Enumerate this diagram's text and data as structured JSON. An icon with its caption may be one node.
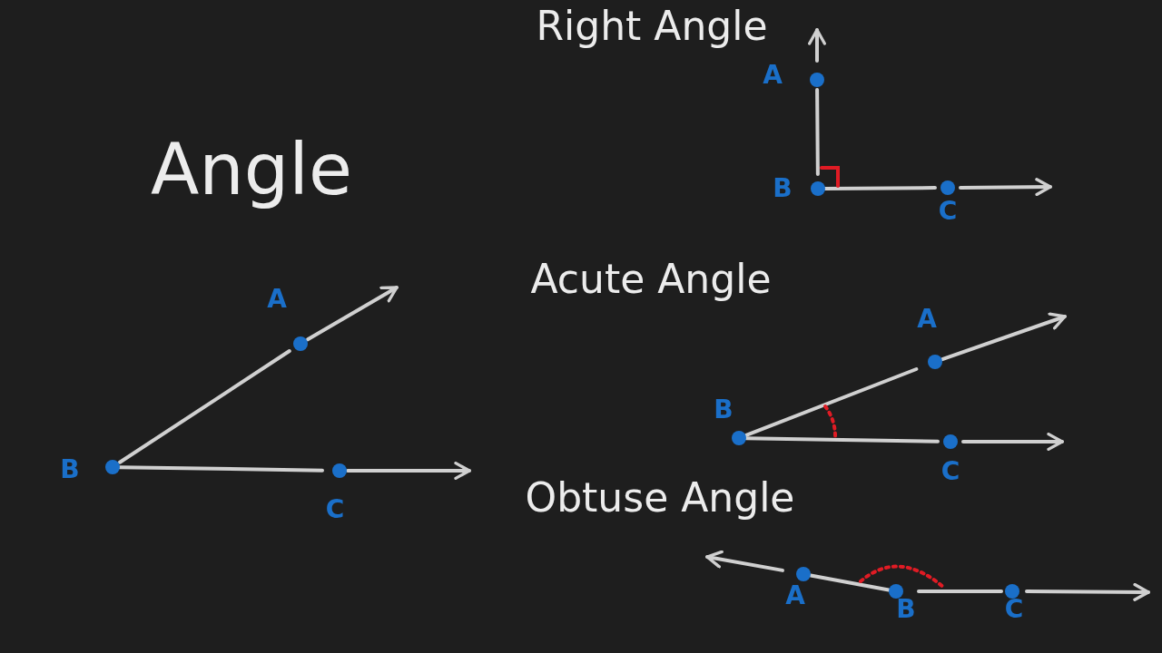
{
  "diagram": {
    "title": "Angle",
    "nodes": [
      {
        "text": [
          "A"
        ]
      },
      {
        "text": [
          "B"
        ]
      },
      {
        "text": [
          "C"
        ]
      },
      {
        "text": [
          "A"
        ]
      },
      {
        "text": [
          "B"
        ]
      },
      {
        "text": [
          "C"
        ]
      },
      {
        "text": [
          "A"
        ]
      },
      {
        "text": [
          "B"
        ]
      },
      {
        "text": [
          "C"
        ]
      },
      {
        "text": [
          "A"
        ]
      },
      {
        "text": [
          "B"
        ]
      },
      {
        "text": [
          "C"
        ]
      }
    ],
    "edges": [
      {
        "from": 1,
        "to": 0,
        "arrow": "none"
      },
      {
        "from": 0,
        "to": null,
        "arrow": "to"
      },
      {
        "from": 1,
        "to": 2,
        "arrow": "none"
      },
      {
        "from": 2,
        "to": null,
        "arrow": "to"
      },
      {
        "from": 4,
        "to": 3,
        "arrow": "none"
      },
      {
        "from": 3,
        "to": null,
        "arrow": "to"
      },
      {
        "from": 4,
        "to": 5,
        "arrow": "none"
      },
      {
        "from": 5,
        "to": null,
        "arrow": "to"
      },
      {
        "from": 7,
        "to": 6,
        "arrow": "none"
      },
      {
        "from": 6,
        "to": null,
        "arrow": "to"
      },
      {
        "from": 7,
        "to": 8,
        "arrow": "none"
      },
      {
        "from": 8,
        "to": null,
        "arrow": "to"
      },
      {
        "from": 10,
        "to": 9,
        "arrow": "none"
      },
      {
        "from": 9,
        "to": null,
        "arrow": "to"
      },
      {
        "from": 10,
        "to": 11,
        "arrow": "none"
      },
      {
        "from": 11,
        "to": null,
        "arrow": "to"
      }
    ],
    "labels": [
      "Right Angle",
      "Acute Angle",
      "Obtuse Angle"
    ]
  }
}
